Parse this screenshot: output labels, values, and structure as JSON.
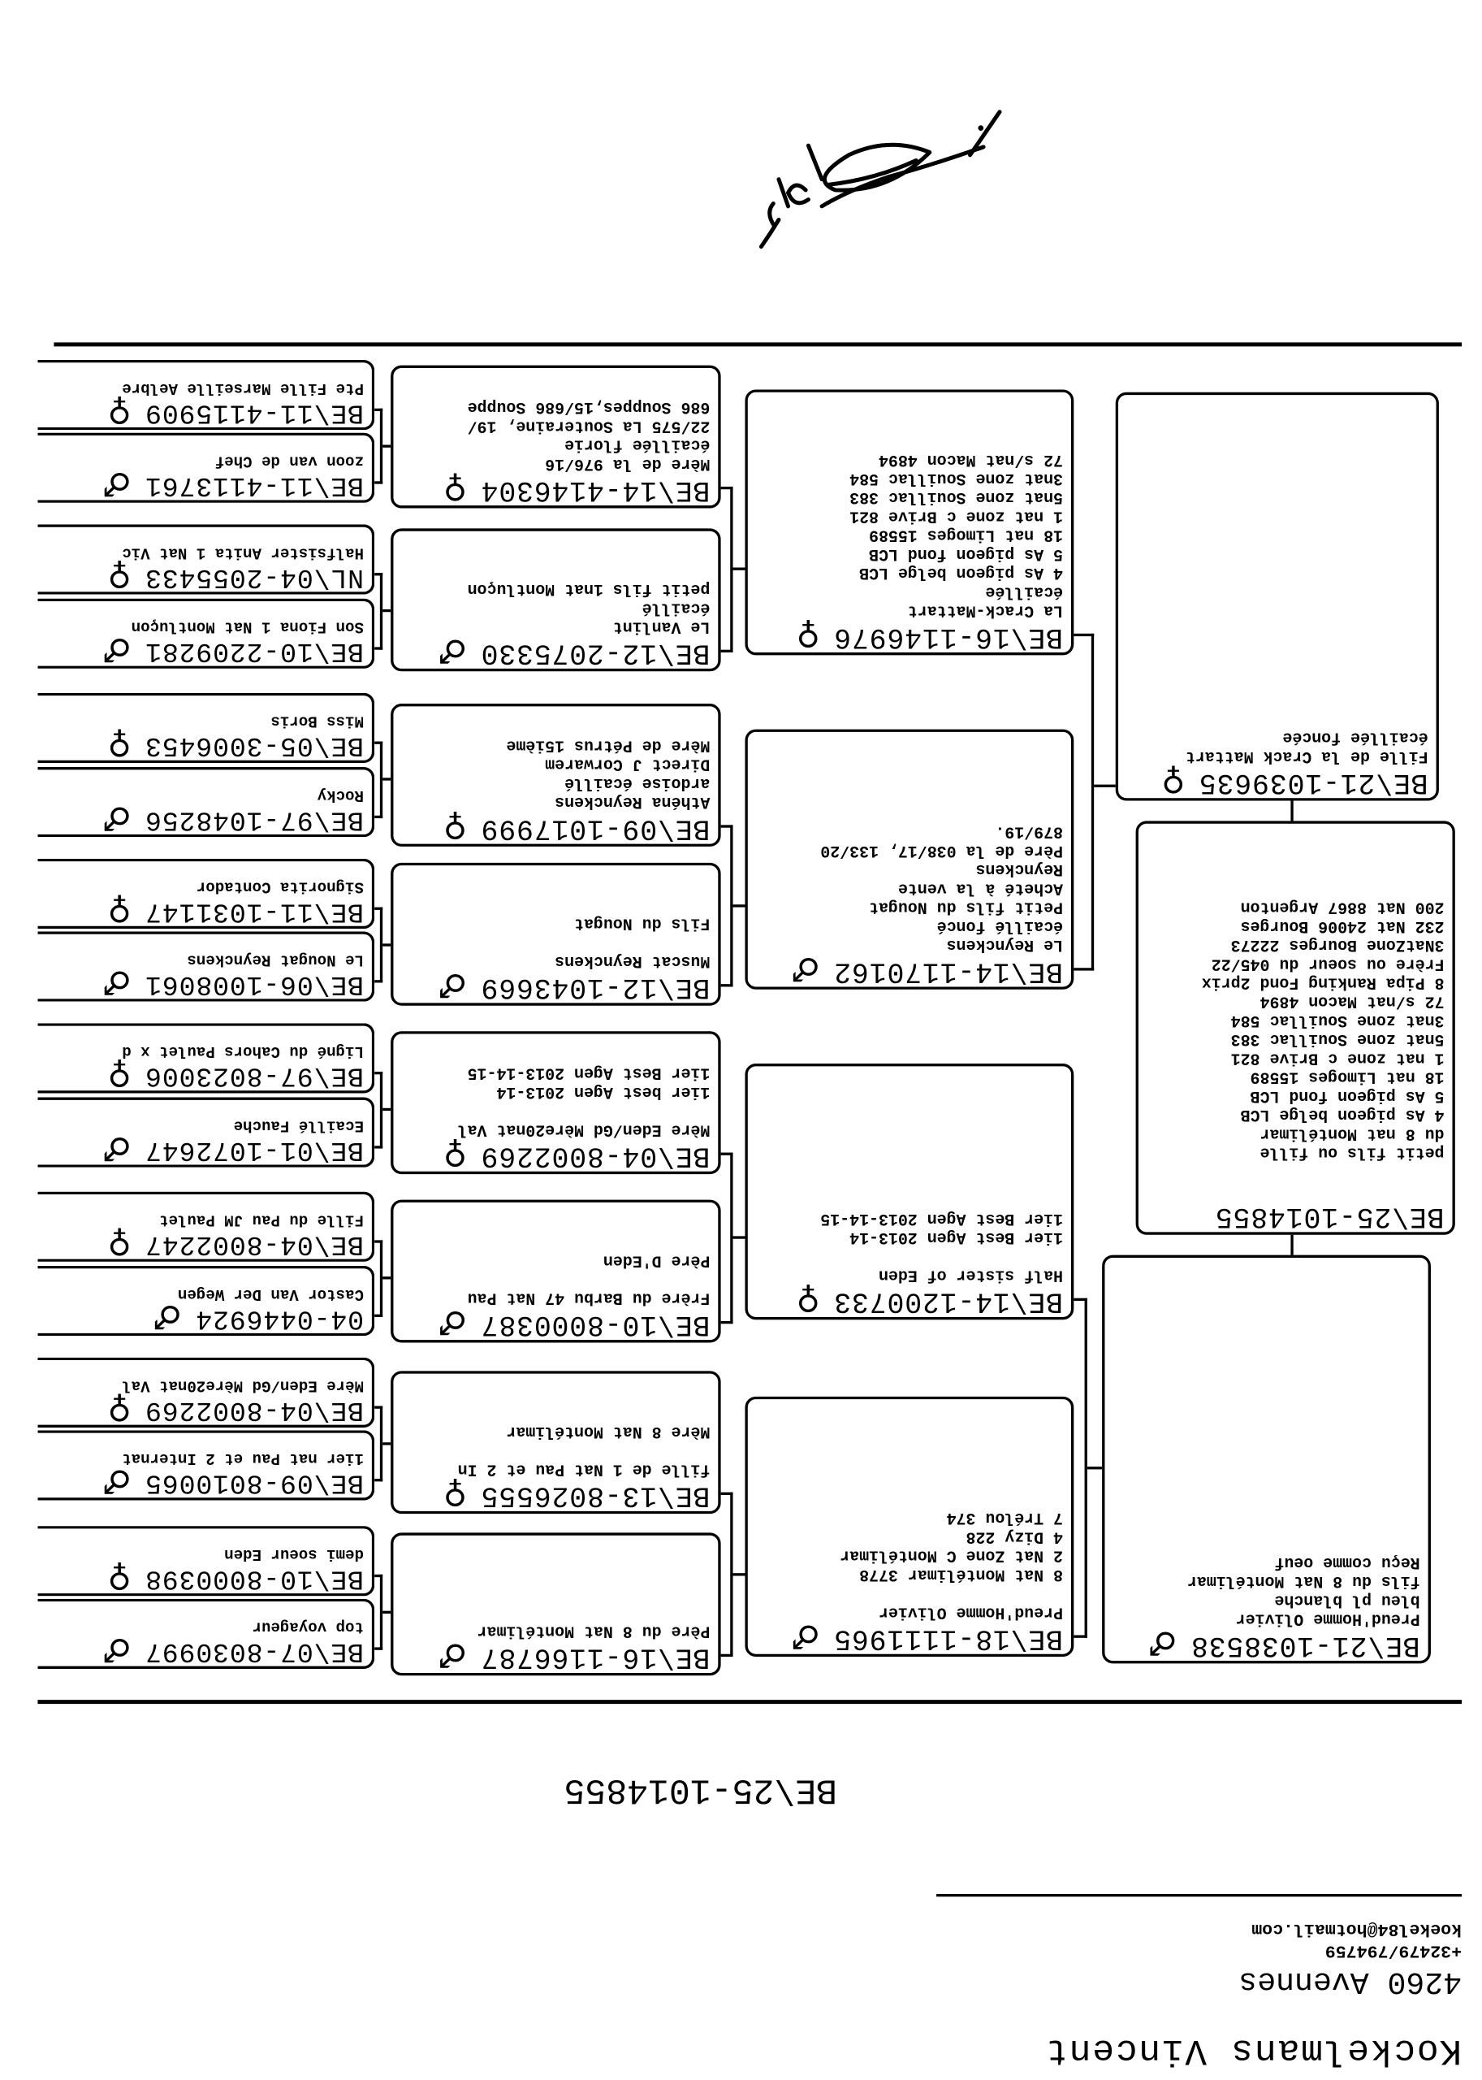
{
  "header": {
    "name": "Kockelmans Vincent",
    "city": "4260 Avennes",
    "phone": "+32479/794759",
    "email": "koekel84@hotmail.com"
  },
  "title": "BE\\25-1014855",
  "signature_text": "V. Kockelmans",
  "pedigree": {
    "subject": {
      "ring": "BE\\25-1014855",
      "sex": "",
      "notes": [
        "",
        "",
        "petit fils ou fille",
        "du 8 nat Montélimar",
        "4 As pigeon belge LCB",
        "5 As pigeon fond LCB",
        "18 nat Limoges 15589",
        "1 nat zone c Brive 821",
        "5nat zone Souillac 383",
        "3nat zone Souillac 584",
        "72 s/nat Macon 4894",
        "8 Pipa Ranking Fond 2prix",
        "Frère ou soeur du 045/22",
        "3NatZone Bourges 22273",
        "232 Nat 24006 Bourges",
        "200 Nat 8867 Argenton"
      ]
    },
    "parents": [
      {
        "ring": "BE\\21-1038538",
        "sex": "male",
        "notes": [
          "Preud'Homme Olivier",
          "bleu pl blanche",
          "fils du 8 Nat Montélimar",
          "Reçu comme oeuf"
        ]
      },
      {
        "ring": "BE\\21-1039635",
        "sex": "female",
        "notes": [
          "Fille de la Crack Mattart",
          "écaillée foncée"
        ]
      }
    ],
    "grandparents": [
      {
        "ring": "BE\\18-1111965",
        "sex": "male",
        "notes": [
          "Preud'Homme Olivier",
          "",
          "8 Nat Montélimar 3778",
          "2 Nat Zone C Montélimar",
          "4 Dizy 228",
          "7 Trélou 374"
        ]
      },
      {
        "ring": "BE\\14-1200733",
        "sex": "female",
        "notes": [
          "Half sister of Eden",
          "",
          "1ier Best Agen 2013-14",
          "1ier Best Agen 2013-14-15"
        ]
      },
      {
        "ring": "BE\\14-1170162",
        "sex": "male",
        "notes": [
          "Le Reynckens",
          "écaillé foncé",
          "Petit fils du Nougat",
          "Acheté à la vente",
          "Reynckens",
          "Père de la 038/17, 133/20",
          "879/19."
        ]
      },
      {
        "ring": "BE\\16-1146976",
        "sex": "female",
        "notes": [
          "La Crack-Mattart",
          "écaillée",
          "4 As pigeon belge LCB",
          "5 As pigeon fond LCB",
          "18 nat Limoges 15589",
          "1 nat zone c Brive 821",
          "5nat zone Souillac 383",
          "3nat zone Souillac 584",
          "72 s/nat Macon 4894"
        ]
      }
    ],
    "great_grandparents": [
      {
        "ring": "BE\\16-1166787",
        "sex": "male",
        "notes": [
          "Père du 8 Nat Montélimar"
        ]
      },
      {
        "ring": "BE\\13-8026555",
        "sex": "female",
        "notes": [
          "fille de 1 Nat Pau et 2 In",
          "",
          "Mère 8 Nat Montélimar"
        ]
      },
      {
        "ring": "BE\\10-8000387",
        "sex": "male",
        "notes": [
          "Frère du Barbu 47 Nat Pau",
          "",
          "Père D'Eden"
        ]
      },
      {
        "ring": "BE\\04-8002269",
        "sex": "female",
        "notes": [
          "Mère Eden/Gd Mère20nat Val",
          "",
          "1ier best Agen 2013-14",
          "1ier Best Agen 2013-14-15"
        ]
      },
      {
        "ring": "BE\\12-1043669",
        "sex": "male",
        "notes": [
          "Muscat Reynckens",
          "",
          "Fils du Nougat"
        ]
      },
      {
        "ring": "BE\\09-1017999",
        "sex": "female",
        "notes": [
          "Athéna Reynckens",
          "ardoise écaillé",
          "Direct J Corwarem",
          "Mère de Pétrus 15ième"
        ]
      },
      {
        "ring": "BE\\12-2075330",
        "sex": "male",
        "notes": [
          "Le Vanlint",
          "écaillé",
          "petit fils 1nat Montluçon"
        ]
      },
      {
        "ring": "BE\\14-4146304",
        "sex": "female",
        "notes": [
          "Mère de la 976/16",
          "écaillée florie",
          "22/575 La Souteraine, 19/",
          "686 Souppes,15/686 Souppe"
        ]
      }
    ],
    "great_great_grandparents": [
      {
        "ring": "BE\\07-8030997",
        "sex": "male",
        "notes": [
          "top voyageur"
        ]
      },
      {
        "ring": "BE\\10-8000398",
        "sex": "female",
        "notes": [
          "demi soeur Eden"
        ]
      },
      {
        "ring": "BE\\09-8010065",
        "sex": "male",
        "notes": [
          "1ier nat Pau et 2 Internat"
        ]
      },
      {
        "ring": "BE\\04-8002269",
        "sex": "female",
        "notes": [
          "Mère Eden/Gd Mère20nat Val"
        ]
      },
      {
        "ring": "04-0446924",
        "sex": "male",
        "notes": [
          "Castor Van Der Wegen"
        ]
      },
      {
        "ring": "BE\\04-8002247",
        "sex": "female",
        "notes": [
          "Fille du Pau JM Paulet"
        ]
      },
      {
        "ring": "BE\\01-1072647",
        "sex": "male",
        "notes": [
          "Ecaillé Fauche"
        ]
      },
      {
        "ring": "BE\\97-8023006",
        "sex": "female",
        "notes": [
          "Ligné du Cahors Paulet x d"
        ]
      },
      {
        "ring": "BE\\06-1008061",
        "sex": "male",
        "notes": [
          "Le Nougat Reynckens"
        ]
      },
      {
        "ring": "BE\\11-1031147",
        "sex": "female",
        "notes": [
          "Signorita Contador"
        ]
      },
      {
        "ring": "BE\\97-1048256",
        "sex": "male",
        "notes": [
          "Rocky"
        ]
      },
      {
        "ring": "BE\\05-3006453",
        "sex": "female",
        "notes": [
          "Miss Boris"
        ]
      },
      {
        "ring": "BE\\10-2209281",
        "sex": "male",
        "notes": [
          "Son Fiona 1 Nat Montluçon"
        ]
      },
      {
        "ring": "NL\\04-2055433",
        "sex": "female",
        "notes": [
          "Halfsister Anita 1 Nat Vic"
        ]
      },
      {
        "ring": "BE\\11-4113761",
        "sex": "male",
        "notes": [
          "zoon van de Chef"
        ]
      },
      {
        "ring": "BE\\11-4115909",
        "sex": "female",
        "notes": [
          "Pte Fille Marseille Aelbre"
        ]
      }
    ]
  }
}
